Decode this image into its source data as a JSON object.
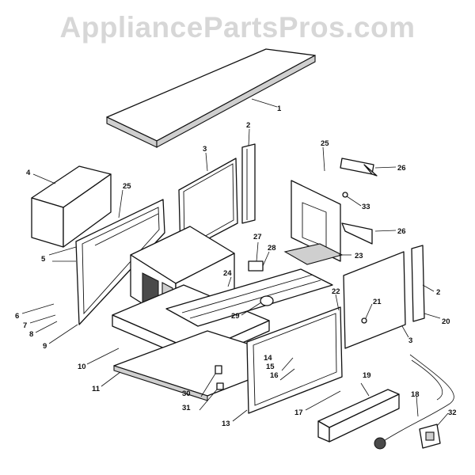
{
  "watermark": "AppliancePartsPros.com",
  "callouts": {
    "c1": "1",
    "c2a": "2",
    "c2b": "2",
    "c3a": "3",
    "c3b": "3",
    "c4": "4",
    "c5": "5",
    "c6": "6",
    "c7": "7",
    "c8": "8",
    "c9": "9",
    "c10": "10",
    "c11": "11",
    "c13": "13",
    "c14": "14",
    "c15": "15",
    "c16": "16",
    "c17": "17",
    "c18": "18",
    "c19": "19",
    "c20": "20",
    "c21": "21",
    "c22": "22",
    "c23": "23",
    "c24": "24",
    "c25a": "25",
    "c25b": "25",
    "c26a": "26",
    "c26b": "26",
    "c27": "27",
    "c28": "28",
    "c29": "29",
    "c30": "30",
    "c31": "31",
    "c32": "32",
    "c33": "33"
  }
}
